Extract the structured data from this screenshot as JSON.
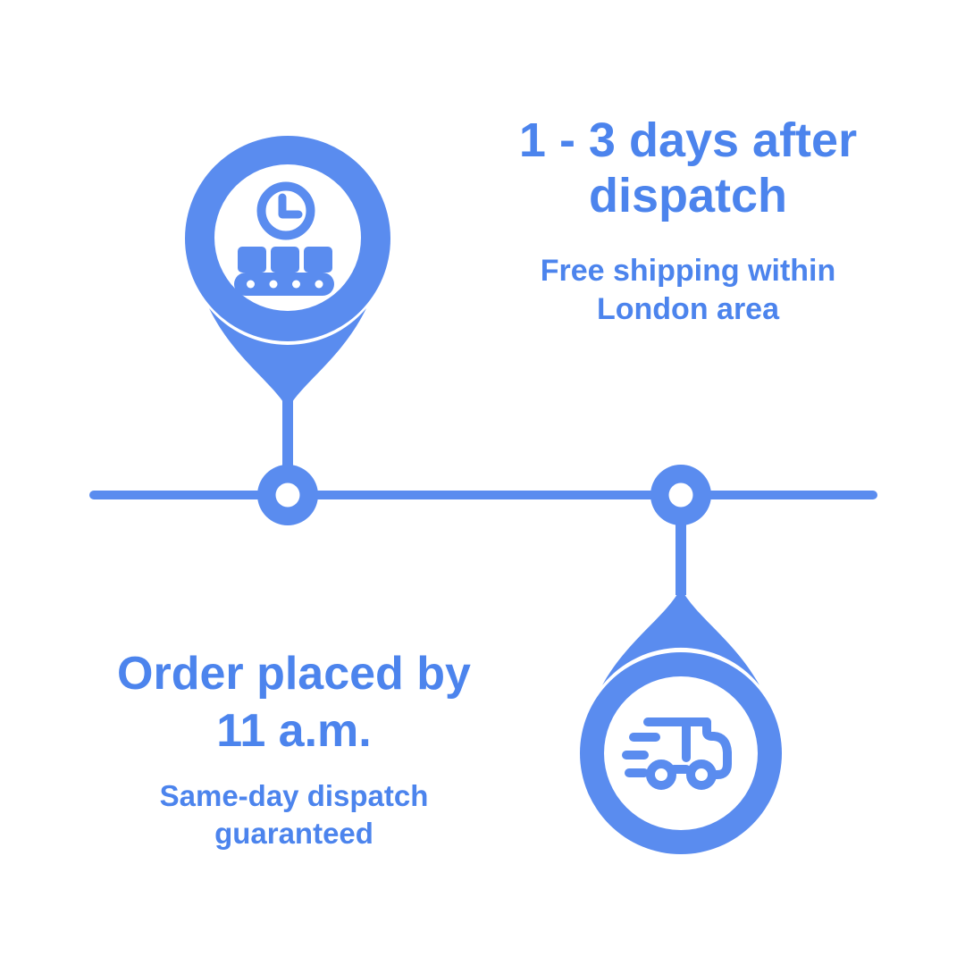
{
  "title": "Shipping timeline infographic",
  "colors": {
    "graphic_blue": "#5a8cef",
    "text_blue": "#4c84ed",
    "background": "#ffffff"
  },
  "timeline": {
    "orientation": "horizontal",
    "node_count": 2
  },
  "steps": [
    {
      "id": "order-placed",
      "heading": [
        "Order placed by",
        "11 a.m."
      ],
      "subheading": [
        "Same-day dispatch",
        "guaranteed"
      ],
      "icon": "clock-conveyor-icon",
      "pin_position": "above-line"
    },
    {
      "id": "delivery",
      "heading": [
        "1 - 3 days after",
        "dispatch"
      ],
      "subheading": [
        "Free shipping within",
        "London area"
      ],
      "icon": "delivery-truck-icon",
      "pin_position": "below-line"
    }
  ]
}
